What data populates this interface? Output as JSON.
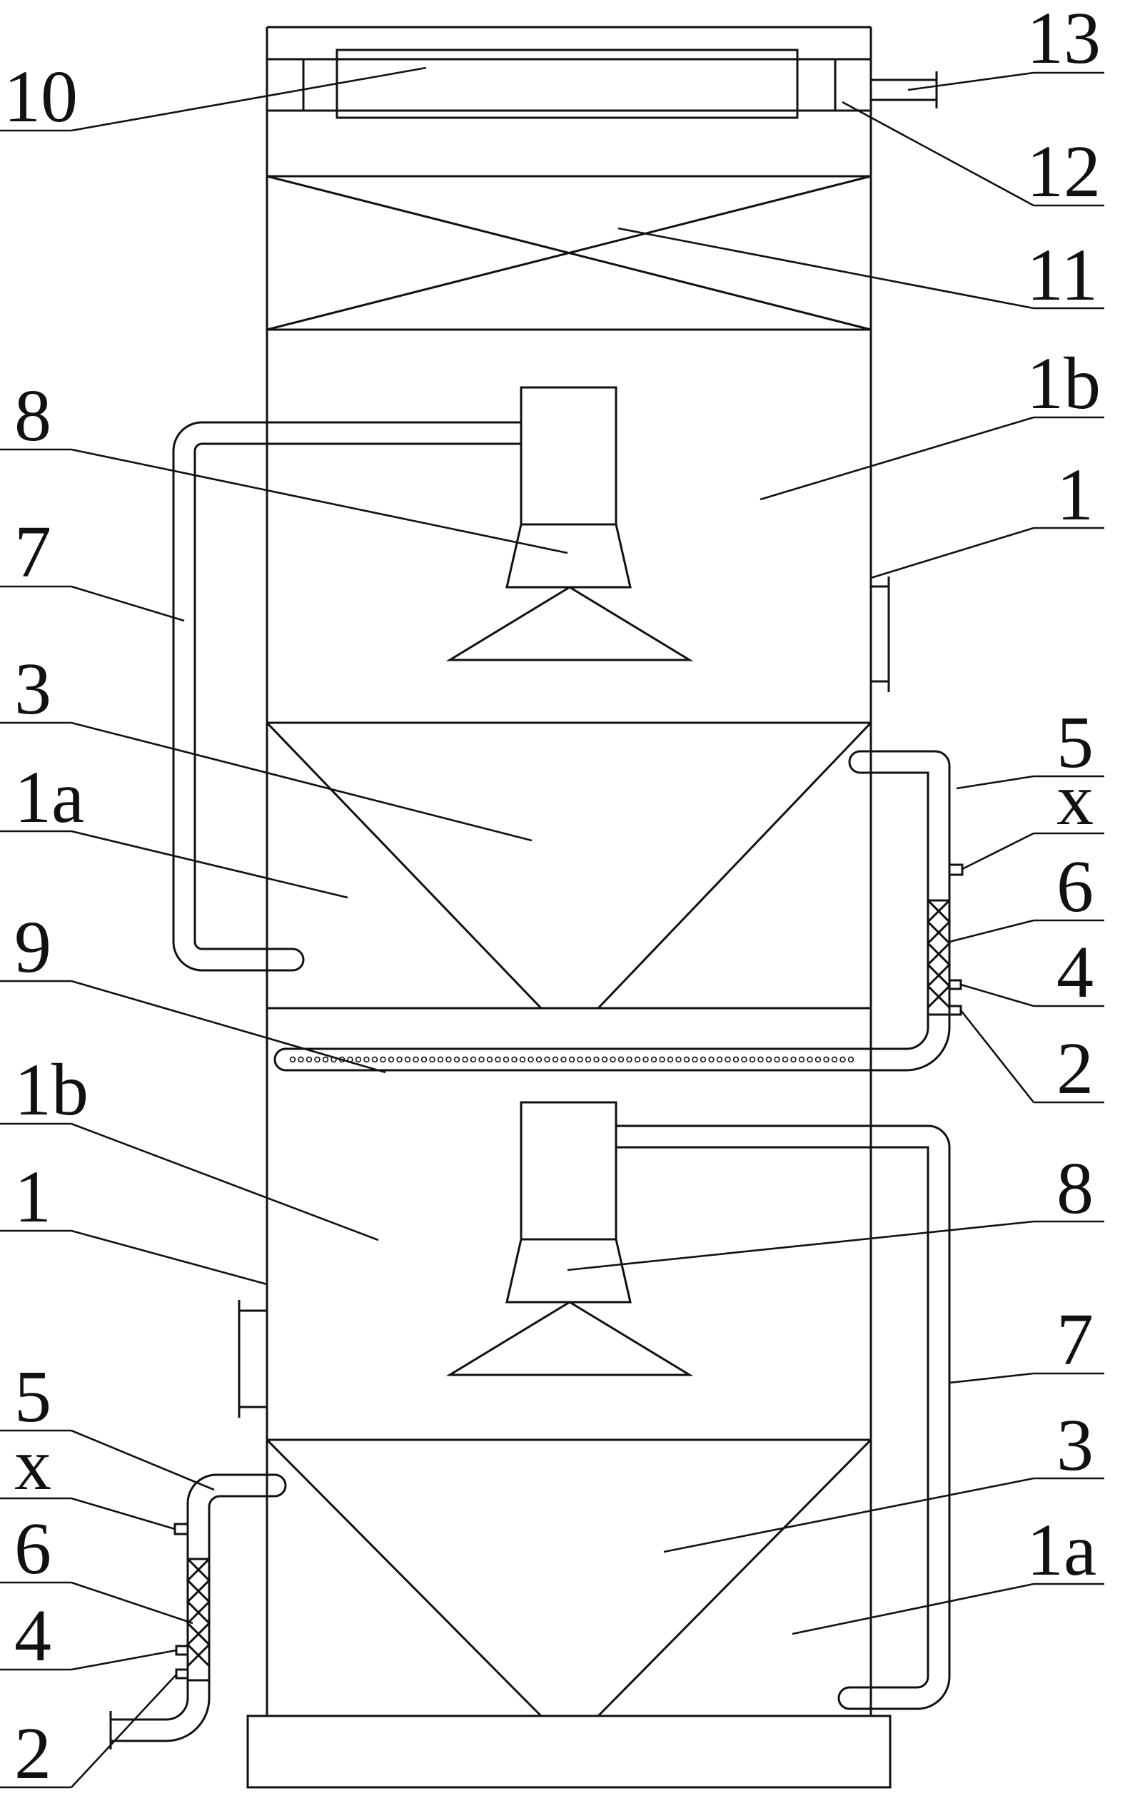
{
  "labels": {
    "main_body": "1",
    "settling_zone": "1a",
    "reaction_zone": "1b",
    "outlet_pipe": "2",
    "hopper": "3",
    "inlet_port": "4",
    "return_pipe": "5",
    "filter_section": "6",
    "circulation_pipe": "7",
    "ejector": "8",
    "distributor_pipe": "9",
    "top_duct": "10",
    "packing_layer": "11",
    "connector": "12",
    "exhaust_pipe": "13",
    "valve": "x"
  }
}
